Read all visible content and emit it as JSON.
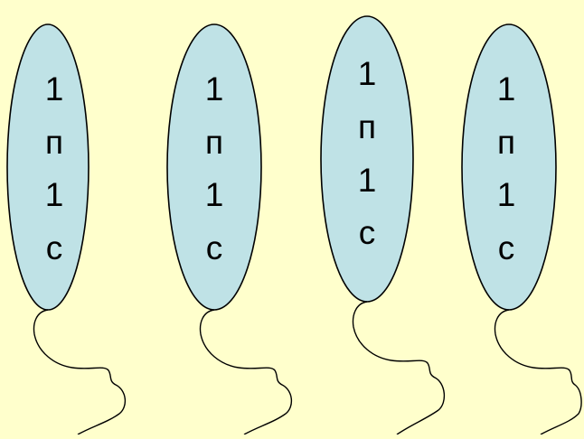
{
  "colors": {
    "background": "#FFFFCC",
    "balloon_fill": "#BFE2E6",
    "stroke": "#000000"
  },
  "balloons": [
    {
      "lines": [
        "1",
        "п",
        "1",
        "с"
      ]
    },
    {
      "lines": [
        "1",
        "п",
        "1",
        "с"
      ]
    },
    {
      "lines": [
        "1",
        "п",
        "1",
        "с"
      ]
    },
    {
      "lines": [
        "1",
        "п",
        "1",
        "с"
      ]
    }
  ]
}
